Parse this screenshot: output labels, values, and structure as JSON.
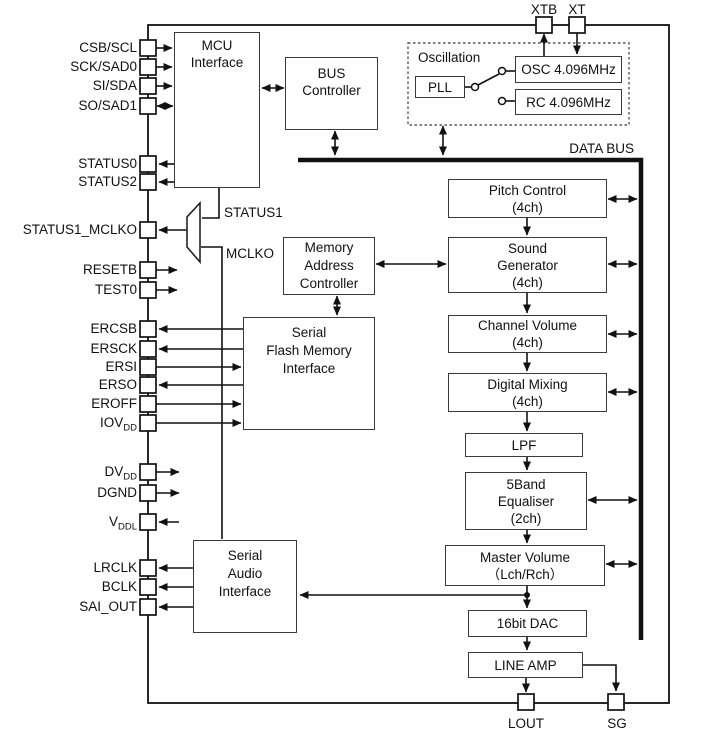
{
  "pins": {
    "top": [
      {
        "label": "XTB"
      },
      {
        "label": "XT"
      }
    ],
    "bottom": [
      {
        "label": "LOUT"
      },
      {
        "label": "SG"
      }
    ],
    "left": [
      {
        "base": "CSB/SCL"
      },
      {
        "base": "SCK/SAD0"
      },
      {
        "base": "SI/SDA"
      },
      {
        "base": "SO/SAD1"
      },
      {
        "base": "STATUS0"
      },
      {
        "base": "STATUS2"
      },
      {
        "base": "STATUS1_MCLKO"
      },
      {
        "base": "RESETB"
      },
      {
        "base": "TEST0"
      },
      {
        "base": "ERCSB"
      },
      {
        "base": "ERSCK"
      },
      {
        "base": "ERSI"
      },
      {
        "base": "ERSO"
      },
      {
        "base": "EROFF"
      },
      {
        "base": "IOV",
        "sub": "DD"
      },
      {
        "base": "DV",
        "sub": "DD"
      },
      {
        "base": "DGND"
      },
      {
        "base": "V",
        "sub": "DDL"
      },
      {
        "base": "LRCLK"
      },
      {
        "base": "BCLK"
      },
      {
        "base": "SAI_OUT"
      }
    ]
  },
  "blocks": {
    "mcu": {
      "lines": [
        "MCU",
        "Interface"
      ]
    },
    "bus_controller": {
      "lines": [
        "BUS",
        "Controller"
      ]
    },
    "pll": "PLL",
    "osc": "OSC 4.096MHz",
    "rc": "RC 4.096MHz",
    "memory_address": {
      "lines": [
        "Memory",
        "Address",
        "Controller"
      ]
    },
    "serial_flash": {
      "lines": [
        "Serial",
        "Flash Memory",
        "Interface"
      ]
    },
    "serial_audio": {
      "lines": [
        "Serial",
        "Audio",
        "Interface"
      ]
    },
    "pitch": {
      "lines": [
        "Pitch Control",
        "(4ch)"
      ]
    },
    "sound": {
      "lines": [
        "Sound",
        "Generator",
        "(4ch)"
      ]
    },
    "channel_volume": {
      "lines": [
        "Channel Volume",
        "(4ch)"
      ]
    },
    "digital_mixing": {
      "lines": [
        "Digital Mixing",
        "(4ch)"
      ]
    },
    "lpf": "LPF",
    "equaliser": {
      "lines": [
        "5Band",
        "Equaliser",
        "(2ch)"
      ]
    },
    "master_volume": {
      "lines": [
        "Master Volume",
        "（Lch/Rch）"
      ]
    },
    "dac": "16bit DAC",
    "line_amp": "LINE AMP"
  },
  "labels": {
    "oscillation": "Oscillation",
    "data_bus": "DATA BUS",
    "status1": "STATUS1",
    "mclko": "MCLKO"
  },
  "colors": {
    "line": "#111111",
    "block_border": "#3a3a3a",
    "background": "#ffffff"
  }
}
